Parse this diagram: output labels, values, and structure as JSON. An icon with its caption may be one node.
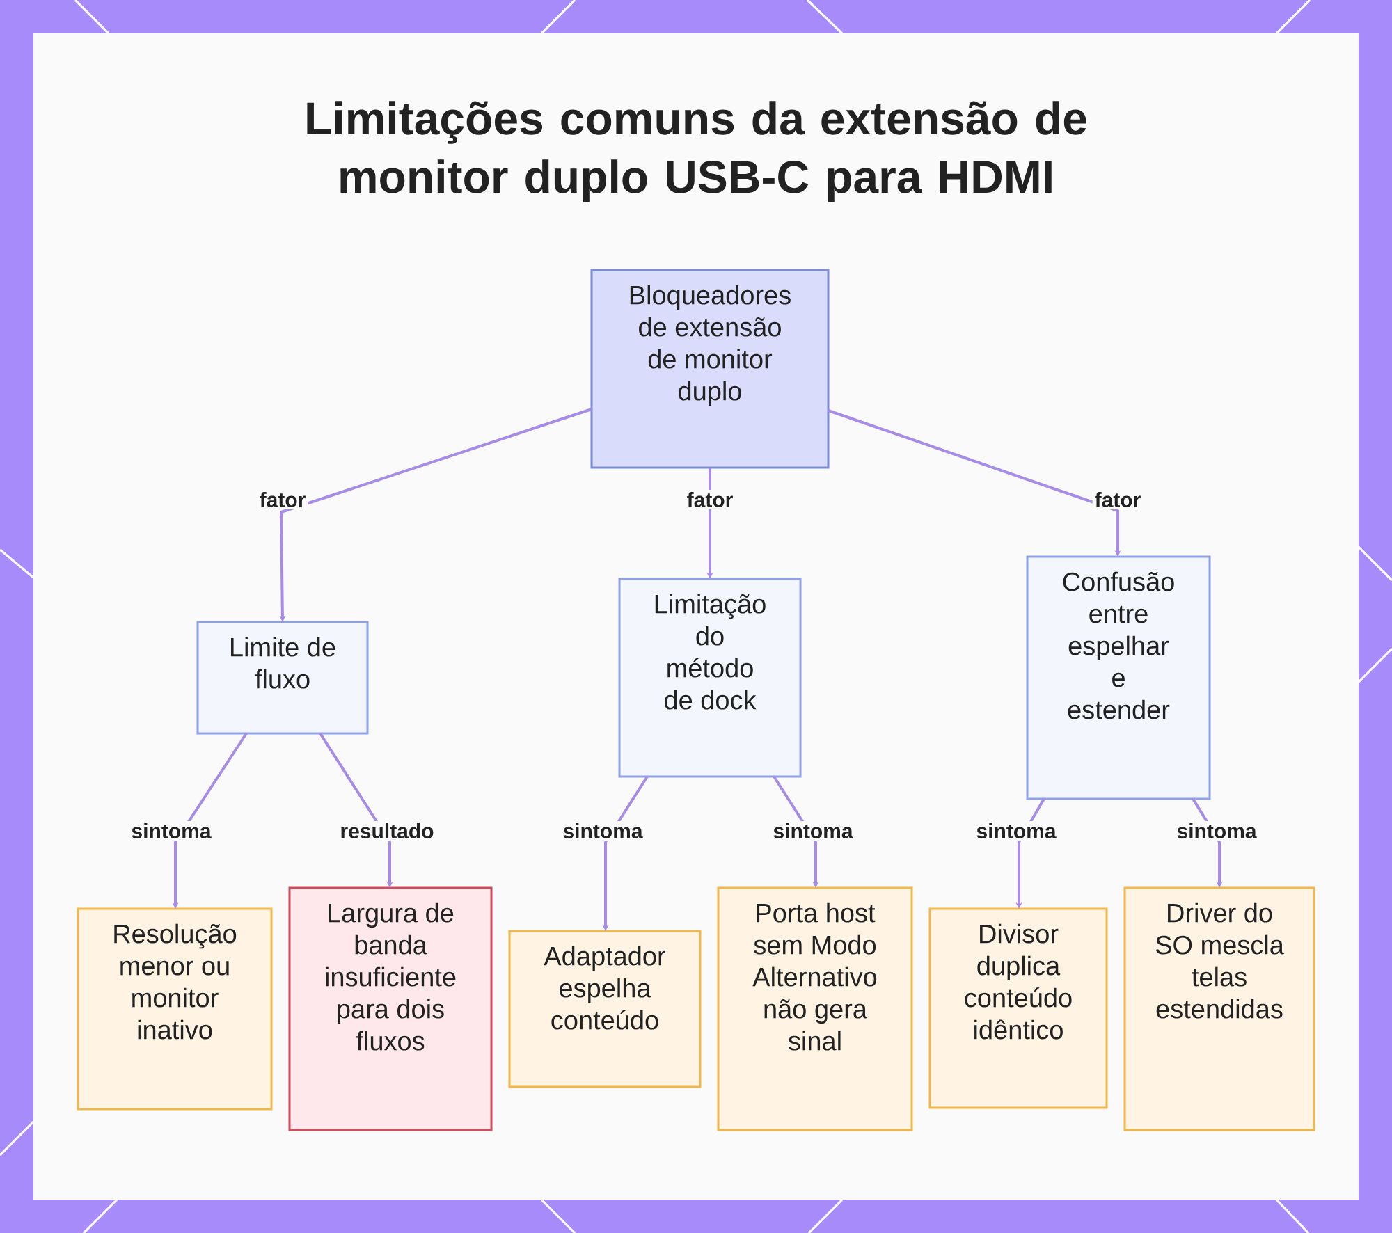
{
  "diagram": {
    "title": "Limitações comuns da extensão de monitor duplo USB-C para HDMI",
    "nodes": [
      {
        "text": [
          "Bloqueadores de extensão de monitor duplo"
        ]
      },
      {
        "text": [
          "Limite de fluxo"
        ]
      },
      {
        "text": [
          "Limitação do método de dock"
        ]
      },
      {
        "text": [
          "Confusão entre espelhar e estender"
        ]
      },
      {
        "text": [
          "Resolução menor ou monitor inativo"
        ]
      },
      {
        "text": [
          "Largura de banda insuficiente para dois fluxos"
        ]
      },
      {
        "text": [
          "Adaptador espelha conteúdo"
        ]
      },
      {
        "text": [
          "Porta host sem Modo Alternativo não gera sinal"
        ]
      },
      {
        "text": [
          "Divisor duplica conteúdo idêntico"
        ]
      },
      {
        "text": [
          "Driver do SO mescla telas estendidas"
        ]
      }
    ],
    "edges": [
      {
        "from": 0,
        "to": 1,
        "arrow": "to",
        "label": "fator"
      },
      {
        "from": 0,
        "to": 2,
        "arrow": "to",
        "label": "fator"
      },
      {
        "from": 0,
        "to": 3,
        "arrow": "to",
        "label": "fator"
      },
      {
        "from": 1,
        "to": 4,
        "arrow": "to",
        "label": "sintoma"
      },
      {
        "from": 1,
        "to": 5,
        "arrow": "to",
        "label": "resultado"
      },
      {
        "from": 2,
        "to": 6,
        "arrow": "to",
        "label": "sintoma"
      },
      {
        "from": 2,
        "to": 7,
        "arrow": "to",
        "label": "sintoma"
      },
      {
        "from": 3,
        "to": 8,
        "arrow": "to",
        "label": "sintoma"
      },
      {
        "from": 3,
        "to": 9,
        "arrow": "to",
        "label": "sintoma"
      }
    ]
  }
}
